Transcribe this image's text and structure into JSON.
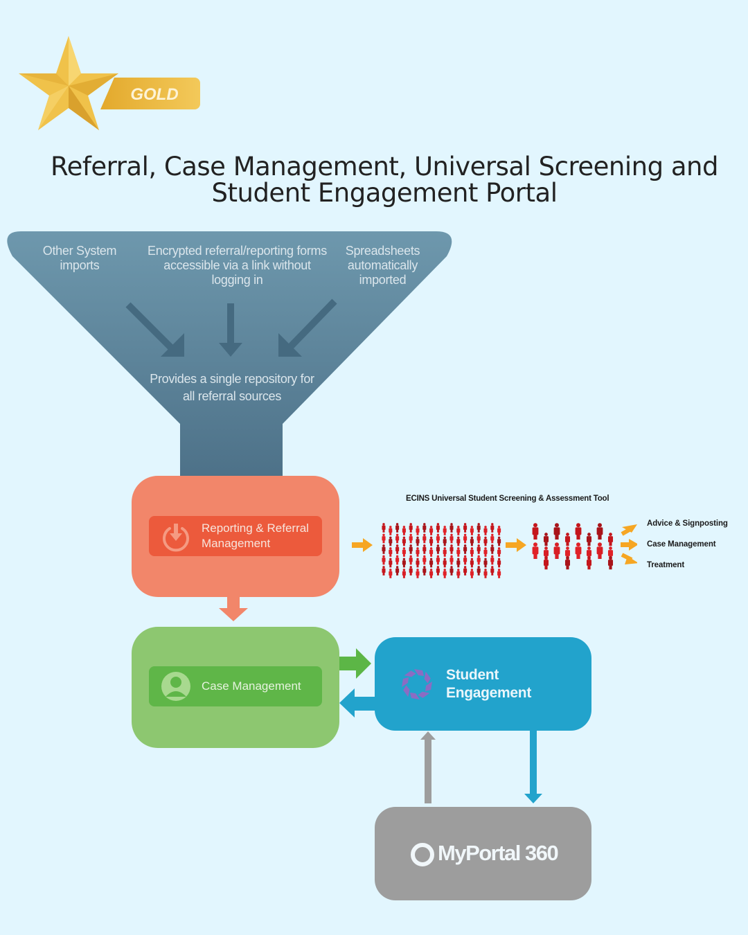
{
  "badge": {
    "label": "GOLD",
    "icon": "star-icon",
    "color": "#f0c24a"
  },
  "title": {
    "line1": "Referral, Case Management, Universal Screening and",
    "line2": "Student Engagement Portal"
  },
  "funnel": {
    "sources": [
      {
        "text": "Other System imports"
      },
      {
        "text": "Encrypted referral/reporting forms accessible via a link without logging in"
      },
      {
        "text": "Spreadsheets automatically imported"
      }
    ],
    "repository_text": "Provides a single repository for all referral sources",
    "color": "#5f8ca2"
  },
  "modules": {
    "referral": {
      "label": "Reporting & Referral Management",
      "icon": "download-power-icon",
      "color": "#f2866a",
      "accent": "#ec5a3c"
    },
    "case": {
      "label": "Case Management",
      "icon": "person-icon",
      "color": "#8dc770",
      "accent": "#5fb648"
    },
    "engagement": {
      "label": "Student Engagement",
      "icon": "aperture-icon",
      "color": "#22a3cc"
    },
    "portal": {
      "label": "MyPortal 360",
      "icon": "ring-logo-icon",
      "color": "#9d9d9d"
    }
  },
  "screening": {
    "title": "ECINS Universal Student Screening & Assessment Tool",
    "population_icon": "person-figure-icon",
    "outcomes": [
      "Advice & Signposting",
      "Case Management",
      "Treatment"
    ],
    "arrow_color": "#f6a623",
    "figure_color": "#d8232a"
  }
}
